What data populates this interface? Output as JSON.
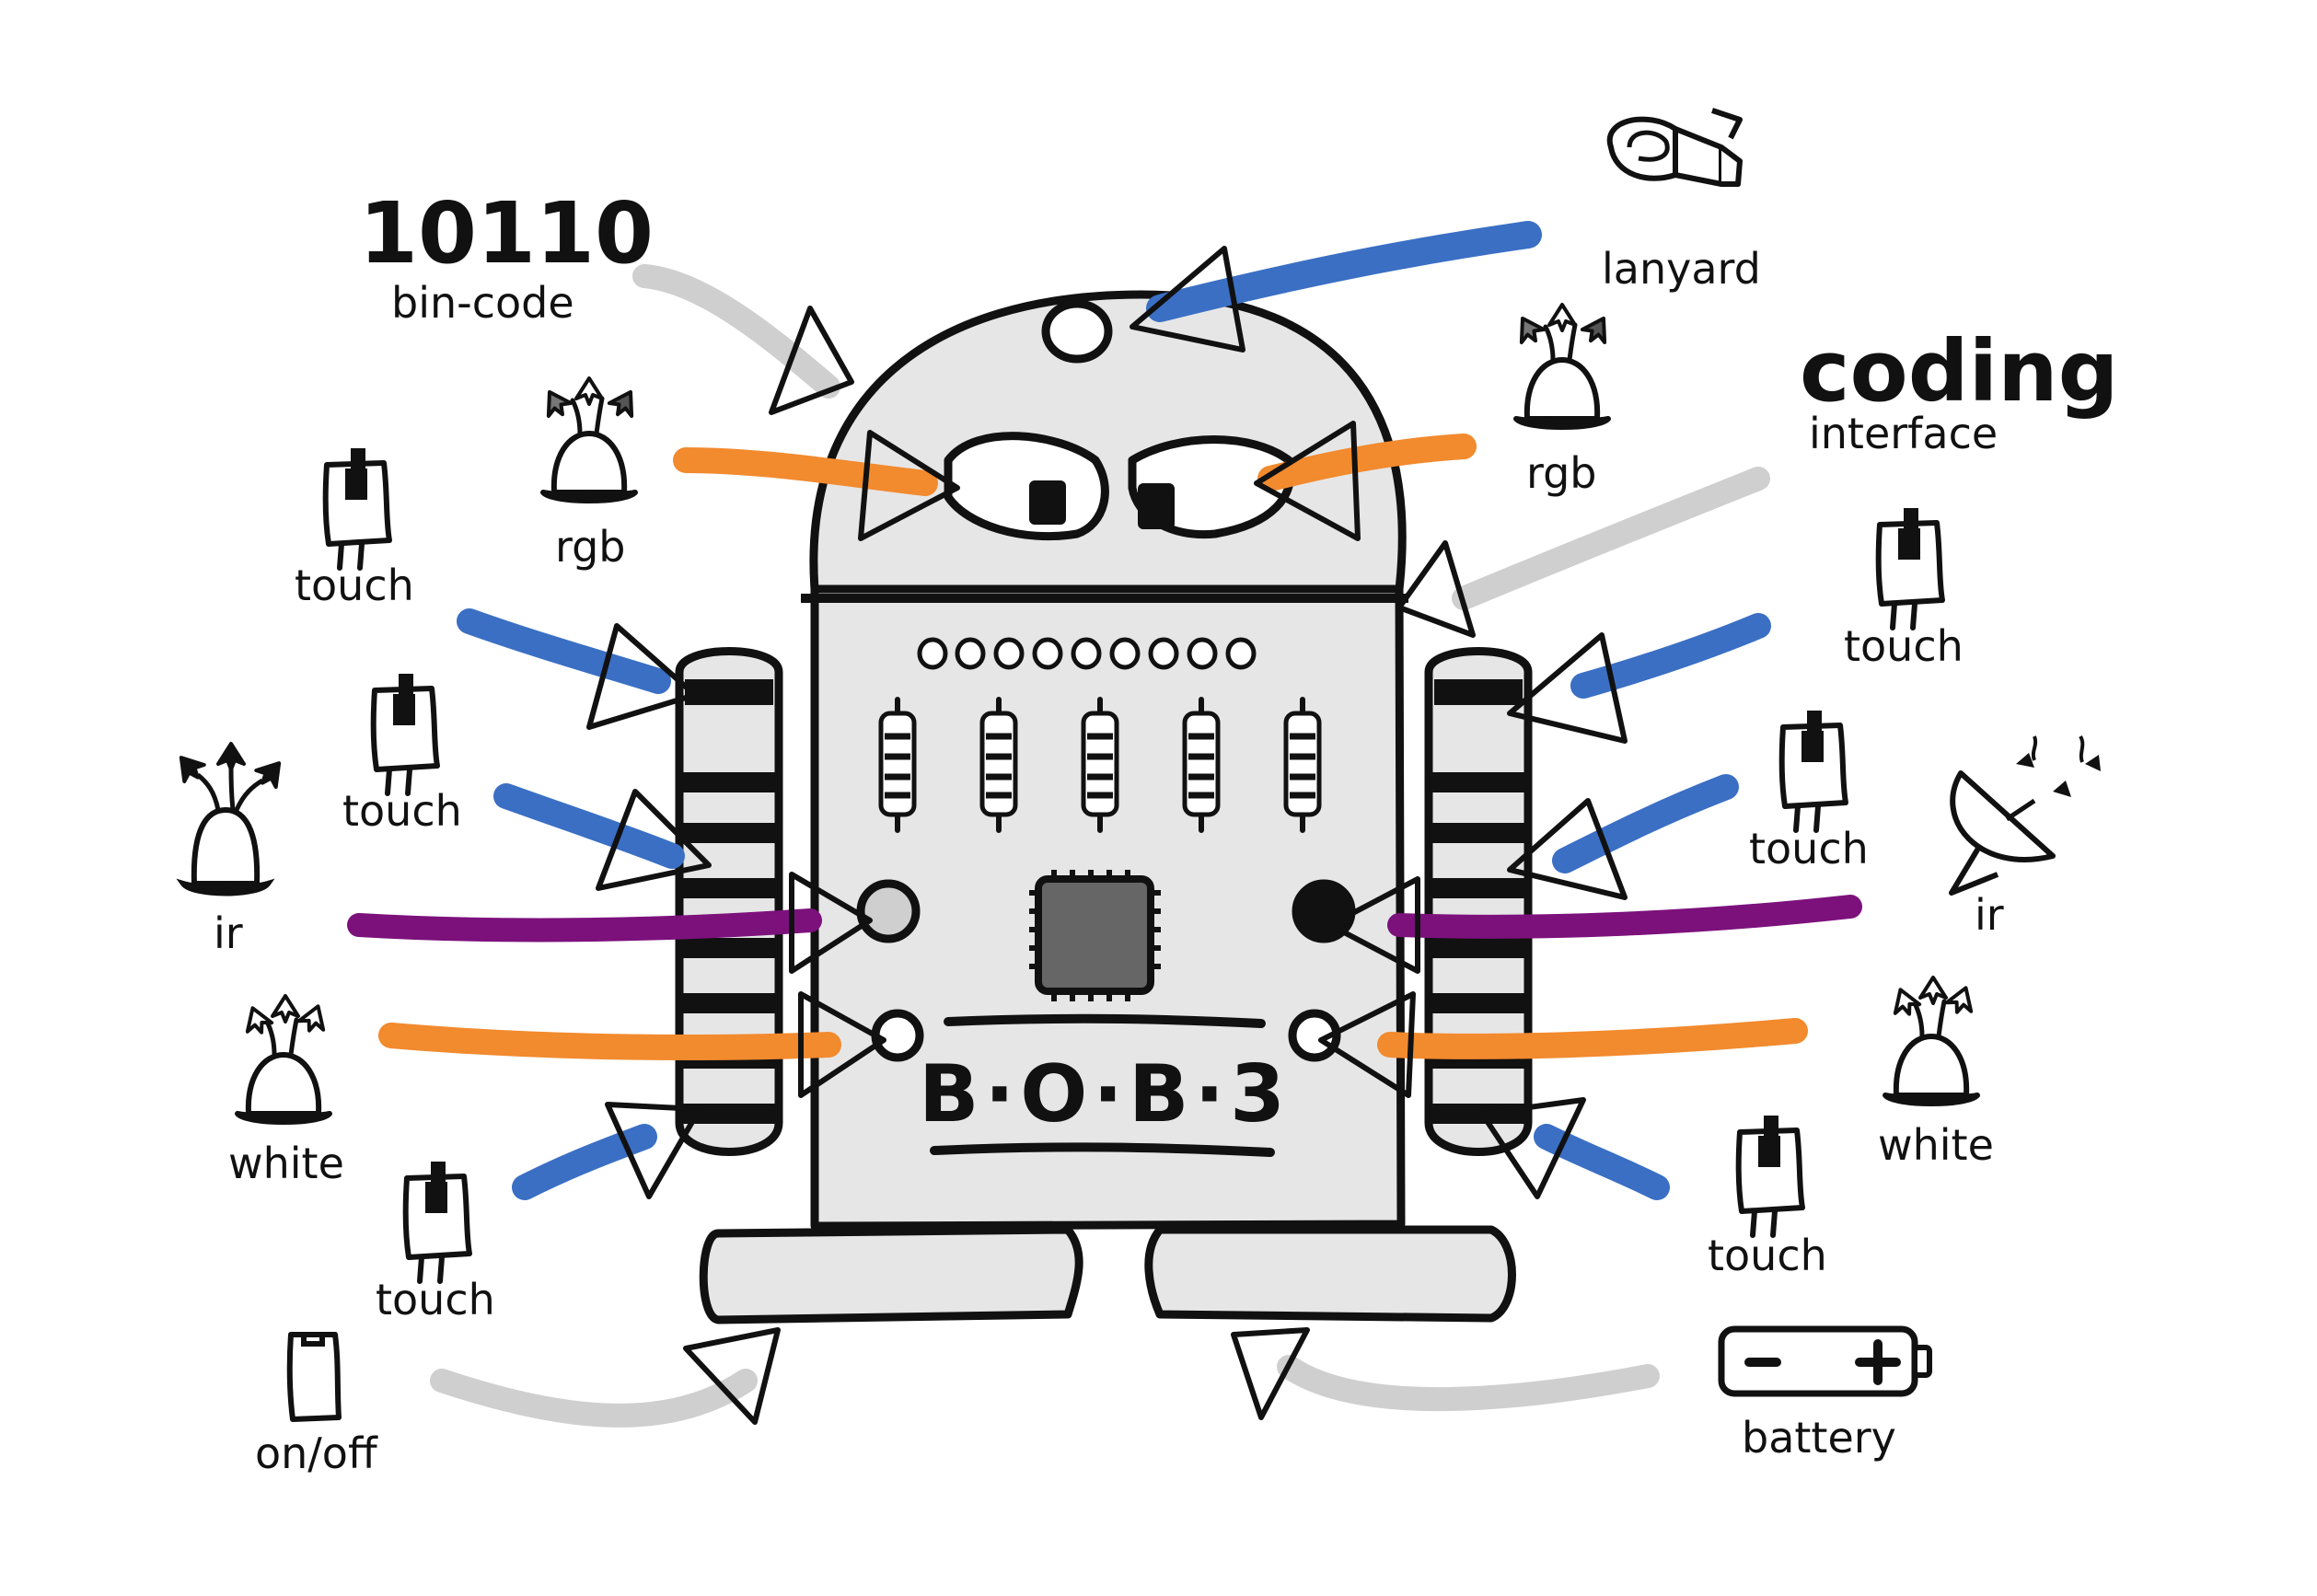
{
  "labels": {
    "bin_code_number": "10110",
    "bin_code_caption": "bin-code",
    "coding_title": "coding",
    "coding_caption": "interface",
    "lanyard": "lanyard",
    "rgb_left": "rgb",
    "rgb_right": "rgb",
    "touch_left_1": "touch",
    "touch_left_2": "touch",
    "touch_left_3": "touch",
    "touch_right_1": "touch",
    "touch_right_2": "touch",
    "touch_right_3": "touch",
    "ir_left": "ir",
    "ir_right": "ir",
    "white_left": "white",
    "white_right": "white",
    "on_off": "on/off",
    "battery": "battery",
    "robot_name": "B·O·B·3"
  },
  "colors": {
    "blue": "#3a6fc4",
    "orange": "#f28a2e",
    "purple": "#7c117c",
    "gray_arrow": "#cfcfcf",
    "robot_fill": "#e6e6e6",
    "chip": "#666666"
  },
  "icons": [
    "touch-sensor-icon",
    "rgb-led-icon",
    "ir-led-icon",
    "white-led-icon",
    "ir-receiver-icon",
    "lanyard-icon",
    "battery-icon",
    "switch-icon"
  ]
}
